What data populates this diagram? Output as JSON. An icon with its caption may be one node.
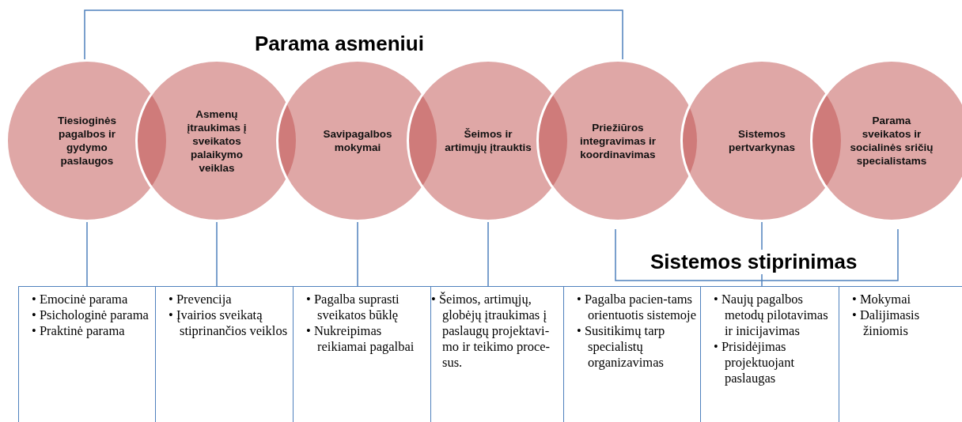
{
  "diagram": {
    "nodes": [
      {
        "text": [
          "Tiesioginės pagalbos ir gydymo paslaugos"
        ]
      },
      {
        "text": [
          "Asmenų įtraukimas į sveikatos palaikymo veiklas"
        ]
      },
      {
        "text": [
          "Savipagalbos mokymai"
        ]
      },
      {
        "text": [
          "Šeimos ir artimųjų įtrauktis"
        ]
      },
      {
        "text": [
          "Priežiūros integravimas ir koordinavimas"
        ]
      },
      {
        "text": [
          "Sistemos pertvarkynas"
        ]
      },
      {
        "text": [
          "Parama sveikatos ir socialinės sričių specialistams"
        ]
      },
      {
        "text": [
          "• Emocinė parama",
          "• Psichologinė parama",
          "• Praktinė parama"
        ]
      },
      {
        "text": [
          "• Prevencija",
          "• Įvairios sveikatą stiprinančios veiklos"
        ]
      },
      {
        "text": [
          "• Pagalba suprasti sveikatos būklę",
          "• Nukreipimas reikiamai pagalbai"
        ]
      },
      {
        "text": [
          "• Šeimos, artimųjų, globėjų įtraukimas į paslaugų projektavi-mo ir teikimo proce-sus."
        ]
      },
      {
        "text": [
          "• Pagalba pacien-tams orientuotis sistemoje",
          "• Susitikimų tarp specialistų organizavimas"
        ]
      },
      {
        "text": [
          "• Naujų pagalbos metodų pilotavimas ir inicijavimas",
          "• Prisidėjimas projektuojant paslaugas"
        ]
      },
      {
        "text": [
          "• Mokymai",
          "• Dalijimasis žiniomis"
        ]
      }
    ],
    "edges": [
      {
        "from": 0,
        "to": 7,
        "arrow": "none"
      },
      {
        "from": 1,
        "to": 8,
        "arrow": "none"
      },
      {
        "from": 2,
        "to": 9,
        "arrow": "none"
      },
      {
        "from": 3,
        "to": 10,
        "arrow": "none"
      },
      {
        "from": 5,
        "to": 12,
        "arrow": "none"
      }
    ],
    "labels": [
      "Parama asmeniui",
      "Sistemos stiprinimas"
    ]
  }
}
